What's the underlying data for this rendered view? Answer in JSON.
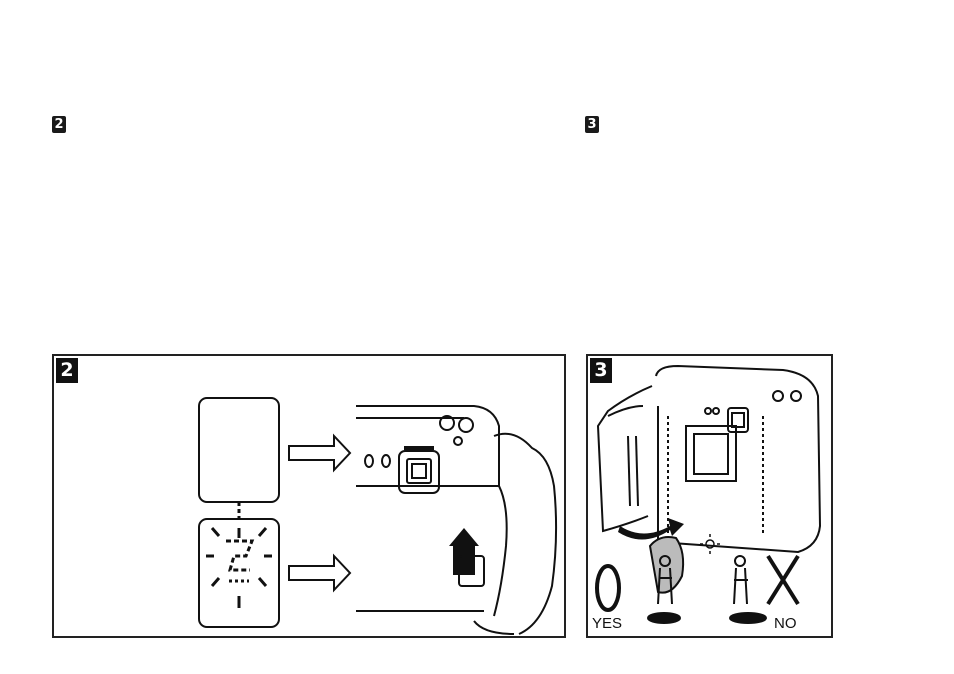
{
  "steps": [
    {
      "number": "2"
    },
    {
      "number": "3"
    }
  ],
  "figure2": {
    "badge": "2"
  },
  "figure3": {
    "badge": "3",
    "yes_label": "YES",
    "no_label": "NO"
  }
}
